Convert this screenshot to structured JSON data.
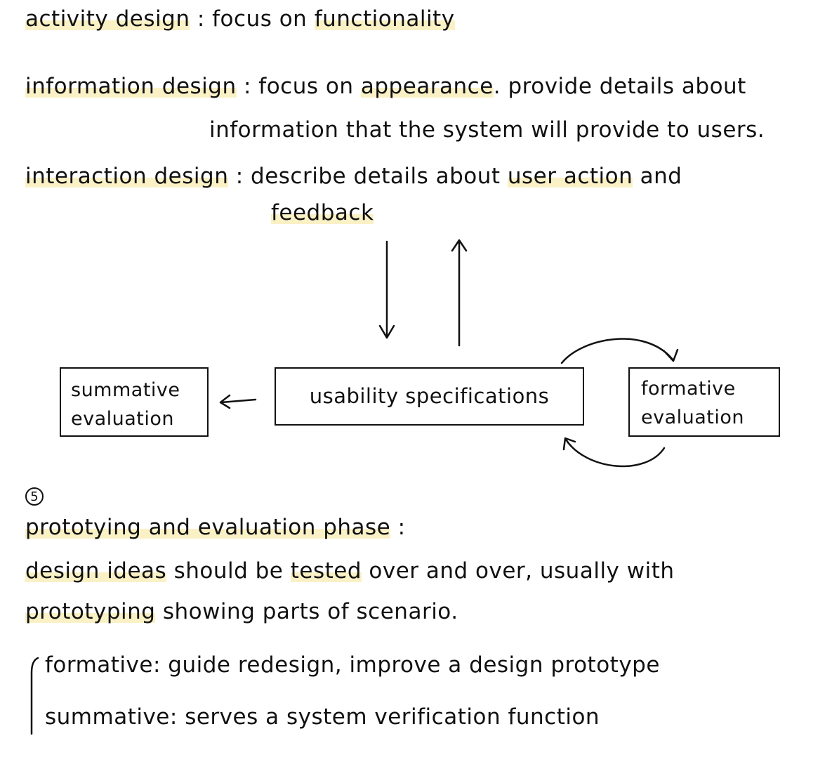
{
  "line1": {
    "term": "activity design",
    "sep": ":",
    "text": "focus on",
    "keyword": "functionality"
  },
  "line2": {
    "term": "information design",
    "sep": ":",
    "text": "focus on",
    "keyword": "appearance",
    "text2": ". provide details about",
    "continuation": "information that the system will provide to users."
  },
  "line3": {
    "term": "interaction design",
    "sep": ":",
    "text": "describe details about",
    "keyword": "user action",
    "text2": "and",
    "continuation": "feedback"
  },
  "diagram": {
    "center_box": "usability specifications",
    "left_box": {
      "line1": "summative",
      "line2": "evaluation"
    },
    "right_box": {
      "line1": "formative",
      "line2": "evaluation"
    }
  },
  "section5": {
    "number": "5",
    "heading": "prototying and evaluation phase",
    "heading_sep": ":",
    "line1_a": "design ideas",
    "line1_b": "should be",
    "line1_c": "tested",
    "line1_d": "over and over, usually with",
    "line2_a": "prototyping",
    "line2_b": "showing parts of scenario."
  },
  "list": [
    {
      "term": "formative",
      "sep": ":",
      "text": "guide redesign, improve a design prototype"
    },
    {
      "term": "summative",
      "sep": ":",
      "text": "serves a system verification function"
    }
  ],
  "colors": {
    "highlight": "#f6e596",
    "ink": "#111111"
  }
}
